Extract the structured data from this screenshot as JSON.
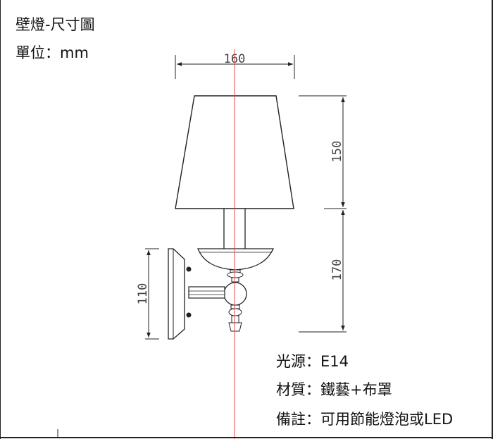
{
  "title": "壁燈-尺寸圖",
  "unit": "單位：mm",
  "dimensions": {
    "shade_width": "160",
    "shade_height": "150",
    "body_height": "170",
    "backplate_height": "110"
  },
  "specs": {
    "light_source": "光源：E14",
    "material": "材質：鐵藝+布罩",
    "notes": "備註：可用節能燈泡或LED"
  },
  "colors": {
    "centerline": "#e8474b",
    "line": "#222222"
  }
}
